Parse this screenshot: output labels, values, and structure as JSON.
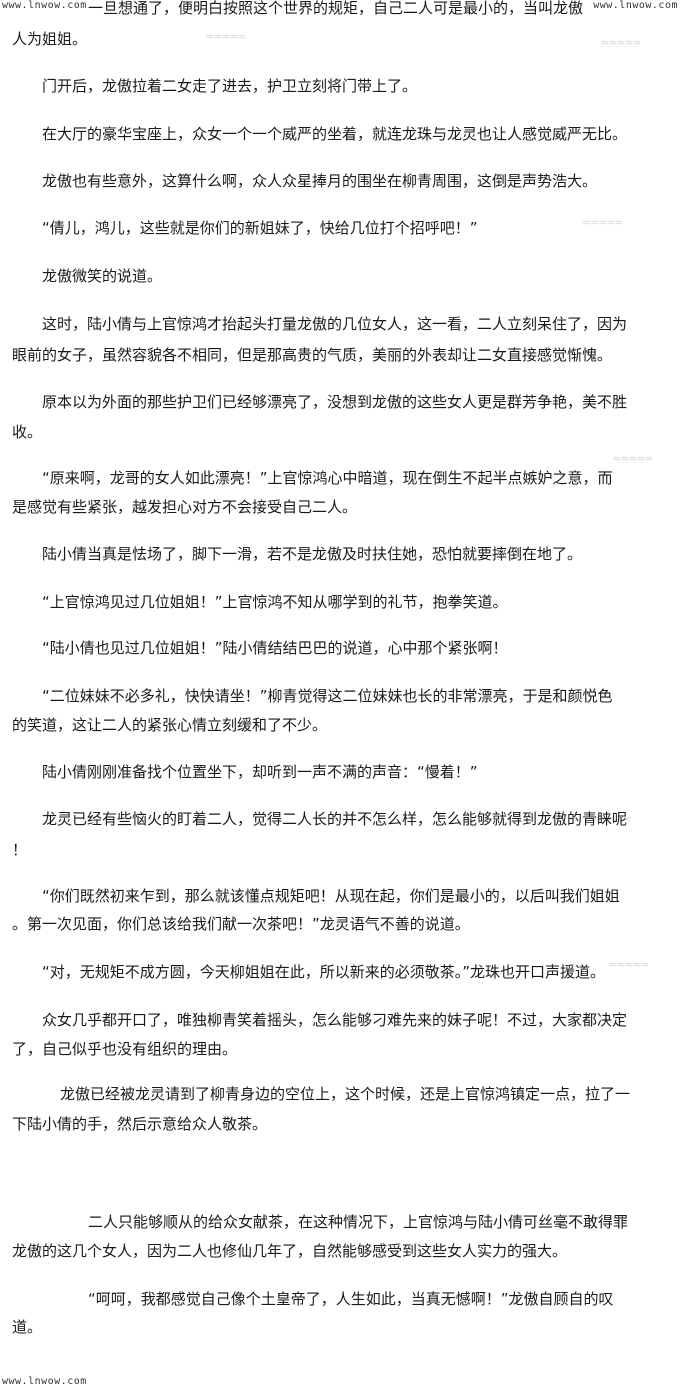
{
  "watermarks": {
    "top_left": "www.lnwow.com",
    "top_right": "www.lnwow.com",
    "bottom_left": "www.lnwow.com"
  },
  "lines": [
    "一旦想通了，便明白按照这个世界的规矩，自己二人可是最小的，当叫龙傲",
    "人为姐姐。",
    "门开后，龙傲拉着二女走了进去，护卫立刻将门带上了。",
    "在大厅的豪华宝座上，众女一个一个威严的坐着，就连龙珠与龙灵也让人感觉威严无比。",
    "龙傲也有些意外，这算什么啊，众人众星捧月的围坐在柳青周围，这倒是声势浩大。",
    "“倩儿，鸿儿，这些就是你们的新姐妹了，快给几位打个招呼吧！”",
    "龙傲微笑的说道。",
    "这时，陆小倩与上官惊鸿才抬起头打量龙傲的几位女人，这一看，二人立刻呆住了，因为",
    "眼前的女子，虽然容貌各不相同，但是那高贵的气质，美丽的外表却让二女直接感觉惭愧。",
    "原本以为外面的那些护卫们已经够漂亮了，没想到龙傲的这些女人更是群芳争艳，美不胜",
    "收。",
    "“原来啊，龙哥的女人如此漂亮！”上官惊鸿心中暗道，现在倒生不起半点嫉妒之意，而",
    "是感觉有些紧张，越发担心对方不会接受自己二人。",
    "陆小倩当真是怯场了，脚下一滑，若不是龙傲及时扶住她，恐怕就要摔倒在地了。",
    "“上官惊鸿见过几位姐姐！”上官惊鸿不知从哪学到的礼节，抱拳笑道。",
    "“陆小倩也见过几位姐姐！”陆小倩结结巴巴的说道，心中那个紧张啊！",
    "“二位妹妹不必多礼，快快请坐！”柳青觉得这二位妹妹也长的非常漂亮，于是和颜悦色",
    "的笑道，这让二人的紧张心情立刻缓和了不少。",
    "陆小倩刚刚准备找个位置坐下，却听到一声不满的声音：“慢着！”",
    "龙灵已经有些恼火的盯着二人，觉得二人长的并不怎么样，怎么能够就得到龙傲的青睐呢",
    "！",
    "“你们既然初来乍到，那么就该懂点规矩吧！从现在起，你们是最小的，以后叫我们姐姐",
    "。第一次见面，你们总该给我们献一次茶吧！”龙灵语气不善的说道。",
    "“对，无规矩不成方圆，今天柳姐姐在此，所以新来的必须敬茶。”龙珠也开口声援道。",
    "众女几乎都开口了，唯独柳青笑着摇头，怎么能够刁难先来的妹子呢！不过，大家都决定",
    "了，自己似乎也没有组织的理由。",
    "龙傲已经被龙灵请到了柳青身边的空位上，这个时候，还是上官惊鸿镇定一点，拉了一",
    "下陆小倩的手，然后示意给众人敬茶。",
    "二人只能够顺从的给众女献茶，在这种情况下，上官惊鸿与陆小倩可丝毫不敢得罪",
    "龙傲的这几个女人，因为二人也修仙几年了，自然能够感受到这些女人实力的强大。",
    "“呵呵，我都感觉自己像个土皇帝了，人生如此，当真无憾啊！”龙傲自顾自的叹",
    "道。"
  ]
}
